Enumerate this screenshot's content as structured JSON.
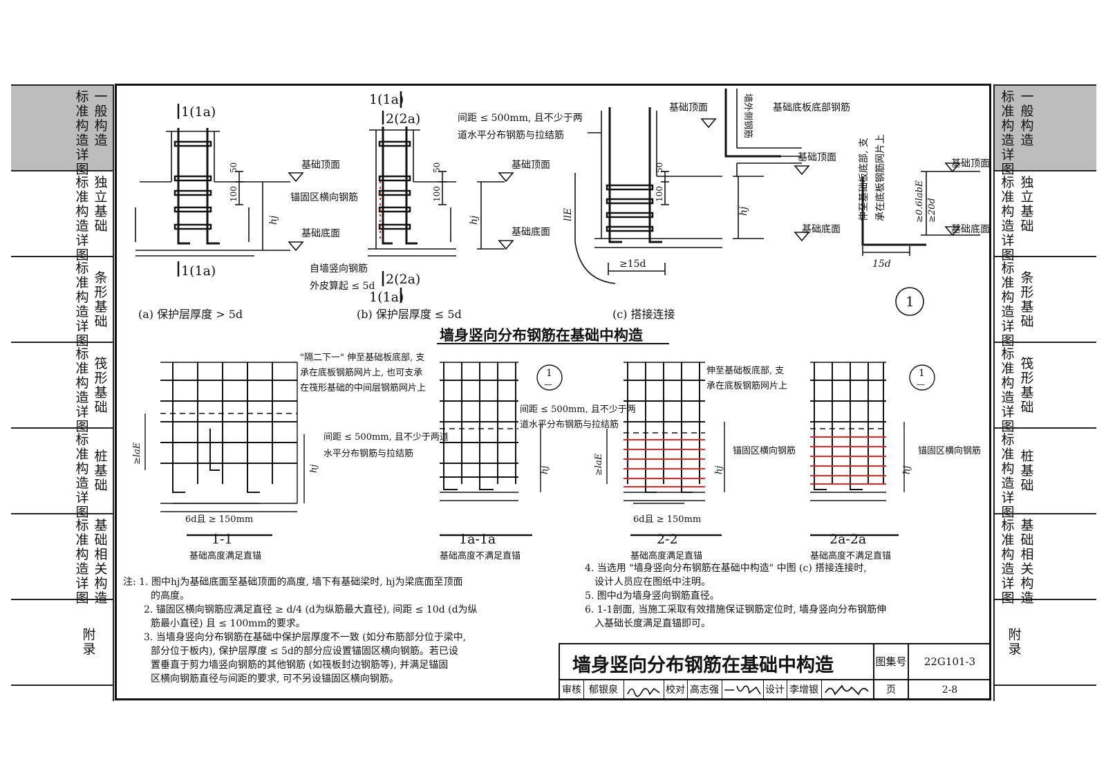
{
  "left_tabs": [
    {
      "col1": "标准构造详图",
      "col2": "一般构造"
    },
    {
      "col1": "标准构造详图",
      "col2": "独立基础"
    },
    {
      "col1": "标准构造详图",
      "col2": "条形基础"
    },
    {
      "col1": "标准构造详图",
      "col2": "筏形基础"
    },
    {
      "col1": "标准构造详图",
      "col2": "桩基础"
    },
    {
      "col1": "标准构造详图",
      "col2": "基础相关构造"
    },
    {
      "col1": "",
      "col2": "附录"
    }
  ],
  "right_tabs": [
    {
      "col1": "标准构造详图",
      "col2": "一般构造"
    },
    {
      "col1": "标准构造详图",
      "col2": "独立基础"
    },
    {
      "col1": "标准构造详图",
      "col2": "条形基础"
    },
    {
      "col1": "标准构造详图",
      "col2": "筏形基础"
    },
    {
      "col1": "标准构造详图",
      "col2": "桩基础"
    },
    {
      "col1": "标准构造详图",
      "col2": "基础相关构造"
    },
    {
      "col1": "",
      "col2": "附录"
    }
  ],
  "active_tab_index": 0,
  "details": {
    "a": {
      "cut_top": "1(1a)",
      "cut_bottom": "1(1a)",
      "dim_50": "50",
      "dim_100": "100",
      "dim_hj": "hj",
      "label_top": "基础顶面",
      "label_anchor": "锚固区横向钢筋",
      "label_bottom": "基础底面",
      "caption": "(a) 保护层厚度 > 5d"
    },
    "b": {
      "cut_top_1": "1(1a)",
      "cut_top_2": "2(2a)",
      "cut_bottom_1": "2(2a)",
      "cut_bottom_2": "1(1a)",
      "dim_50": "50",
      "dim_100": "100",
      "dim_hj": "hj",
      "label_top": "基础顶面",
      "label_bottom": "基础底面",
      "note_line1": "自墙竖向钢筋",
      "note_line2": "外皮算起 ≤ 5d",
      "caption": "(b) 保护层厚度 ≤ 5d"
    },
    "c": {
      "note_line1": "间距 ≤ 500mm, 且不少于两",
      "note_line2": "道水平分布钢筋与拉结筋",
      "label_top": "基础顶面",
      "label_bottom": "基础底面",
      "dim_50": "50",
      "dim_100": "100",
      "dim_hj": "hj",
      "dim_lle": "llE",
      "dim_15d": "≥15d",
      "caption": "(c) 搭接连接"
    },
    "d1": {
      "label_outer_bar": "墙外侧钢筋",
      "label_slab_bottom_bar": "基础底板底部钢筋",
      "label_top": "基础顶面",
      "label_bottom": "基础底面",
      "note_line1": "伸至基础板底部, 支",
      "note_line2": "承在底板钢筋网片上",
      "dim_06": "≥0.6labE",
      "dim_20d": "≥20d",
      "dim_15d": "15d",
      "circle": "1"
    }
  },
  "section_title": "墙身竖向分布钢筋在基础中构造",
  "sections": {
    "s11": {
      "note1_line1": "\"隔二下一\" 伸至基础板底部, 支",
      "note1_line2": "承在底板钢筋网片上, 也可支承",
      "note1_line3": "在筏形基础的中间层钢筋网片上",
      "note2_line1": "间距 ≤ 500mm, 且不少于两道",
      "note2_line2": "水平分布钢筋与拉结筋",
      "dim_lae": "≥laE",
      "dim_hj": "hj",
      "dim_6d": "6d且 ≥ 150mm",
      "title": "1-1",
      "subtitle": "基础高度满足直锚"
    },
    "s1a": {
      "note_line1": "间距 ≤ 500mm, 且不少于两",
      "note_line2": "道水平分布钢筋与拉结筋",
      "dim_hj": "hj",
      "circle_num": "1",
      "circle_den": "—",
      "title": "1a-1a",
      "subtitle": "基础高度不满足直锚"
    },
    "s22": {
      "note_line1": "伸至基础板底部, 支",
      "note_line2": "承在底板钢筋网片上",
      "label_anchor": "锚固区横向钢筋",
      "dim_lae": "≥laE",
      "dim_hj": "hj",
      "dim_6d": "6d且 ≥ 150mm",
      "title": "2-2",
      "subtitle": "基础高度满足直锚"
    },
    "s2a": {
      "label_anchor": "锚固区横向钢筋",
      "dim_hj": "hj",
      "circle_num": "1",
      "circle_den": "—",
      "title": "2a-2a",
      "subtitle": "基础高度不满足直锚"
    }
  },
  "notes_left": {
    "prefix": "注:",
    "n1_line1": "1. 图中hj为基础底面至基础顶面的高度, 墙下有基础梁时, hj为梁底面至顶面",
    "n1_line2": "的高度。",
    "n2_line1": "2. 锚固区横向钢筋应满足直径 ≥ d/4 (d为纵筋最大直径), 间距 ≤ 10d (d为纵",
    "n2_line2": "筋最小直径) 且 ≤ 100mm的要求。",
    "n3_line1": "3. 当墙身竖向分布钢筋在基础中保护层厚度不一致 (如分布筋部分位于梁中,",
    "n3_line2": "部分位于板内), 保护层厚度 ≤ 5d的部分应设置锚固区横向钢筋。若已设",
    "n3_line3": "置垂直于剪力墙竖向钢筋的其他钢筋 (如筏板封边钢筋等), 并满足锚固",
    "n3_line4": "区横向钢筋直径与间距的要求, 可不另设锚固区横向钢筋。"
  },
  "notes_right": {
    "n4_line1": "4. 当选用 \"墙身竖向分布钢筋在基础中构造\" 中图 (c) 搭接连接时,",
    "n4_line2": "设计人员应在图纸中注明。",
    "n5": "5. 图中d为墙身竖向钢筋直径。",
    "n6_line1": "6. 1-1剖面, 当施工采取有效措施保证钢筋定位时, 墙身竖向分布钢筋伸",
    "n6_line2": "入基础长度满足直锚即可。"
  },
  "title_block": {
    "title": "墙身竖向分布钢筋在基础中构造",
    "atlas_label": "图集号",
    "atlas_no": "22G101-3",
    "review_label": "审核",
    "reviewer": "郁银泉",
    "check_label": "校对",
    "checker": "高志强",
    "design_label": "设计",
    "designer": "李增银",
    "page_label": "页",
    "page_no": "2-8"
  },
  "colors": {
    "line": "#111111",
    "anchor_bar": "#e0262b",
    "active_tab": "#bdbdbd"
  }
}
